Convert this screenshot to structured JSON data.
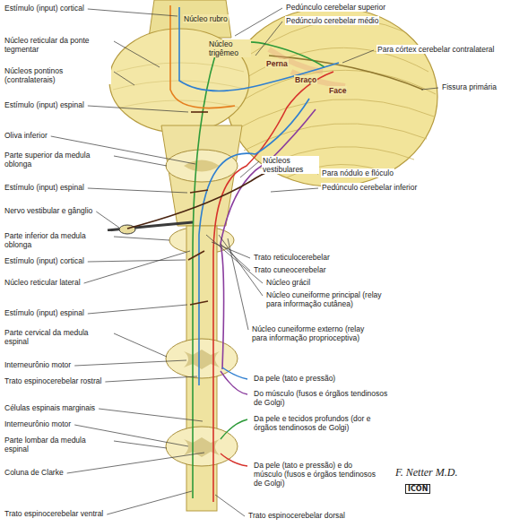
{
  "diagram": {
    "labels": [
      "Estímulo (input) cortical",
      "Núcleo reticular da ponte tegmentar",
      "Núcleos pontinos (contralaterais)",
      "Estímulo (input) espinal",
      "Oliva inferior",
      "Parte superior da medula oblonga",
      "Estímulo (input) espinal",
      "Nervo vestibular e gânglio",
      "Parte inferior da medula oblonga",
      "Estímulo (input) cortical",
      "Núcleo reticular lateral",
      "Estímulo (input) espinal",
      "Parte cervical da medula espinal",
      "Interneurônio motor",
      "Trato espinocerebelar rostral",
      "Células espinais marginais",
      "Interneurônio motor",
      "Parte lombar da medula espinal",
      "Coluna de Clarke",
      "Trato espinocerebelar ventral",
      "Núcleo rubro",
      "Núcleo trigêmeo",
      "Pedúnculo cerebelar superior",
      "Pedúnculo cerebelar médio",
      "Para córtex cerebelar contralateral",
      "Perna",
      "Braço",
      "Face",
      "Fissura primária",
      "Núcleos vestibulares",
      "Para nódulo e flóculo",
      "Pedúnculo cerebelar inferior",
      "Trato reticulocerebelar",
      "Trato cuneocerebelar",
      "Núcleo grácil",
      "Núcleo cuneiforme principal (relay para informação cutânea)",
      "Núcleo cuneiforme externo (relay para informação proprioceptiva)",
      "Da pele (tato e pressão)",
      "Do músculo (fusos e órgãos tendinosos de Golgi)",
      "Da pele e tecidos profundos (dor e órgãos tendinosos de Golgi)",
      "Da pele (tato e pressão) e do músculo (fusos e órgãos tendinosos de Golgi)",
      "Trato espinocerebelar dorsal",
      "F. Netter M.D.",
      "ICON"
    ]
  }
}
